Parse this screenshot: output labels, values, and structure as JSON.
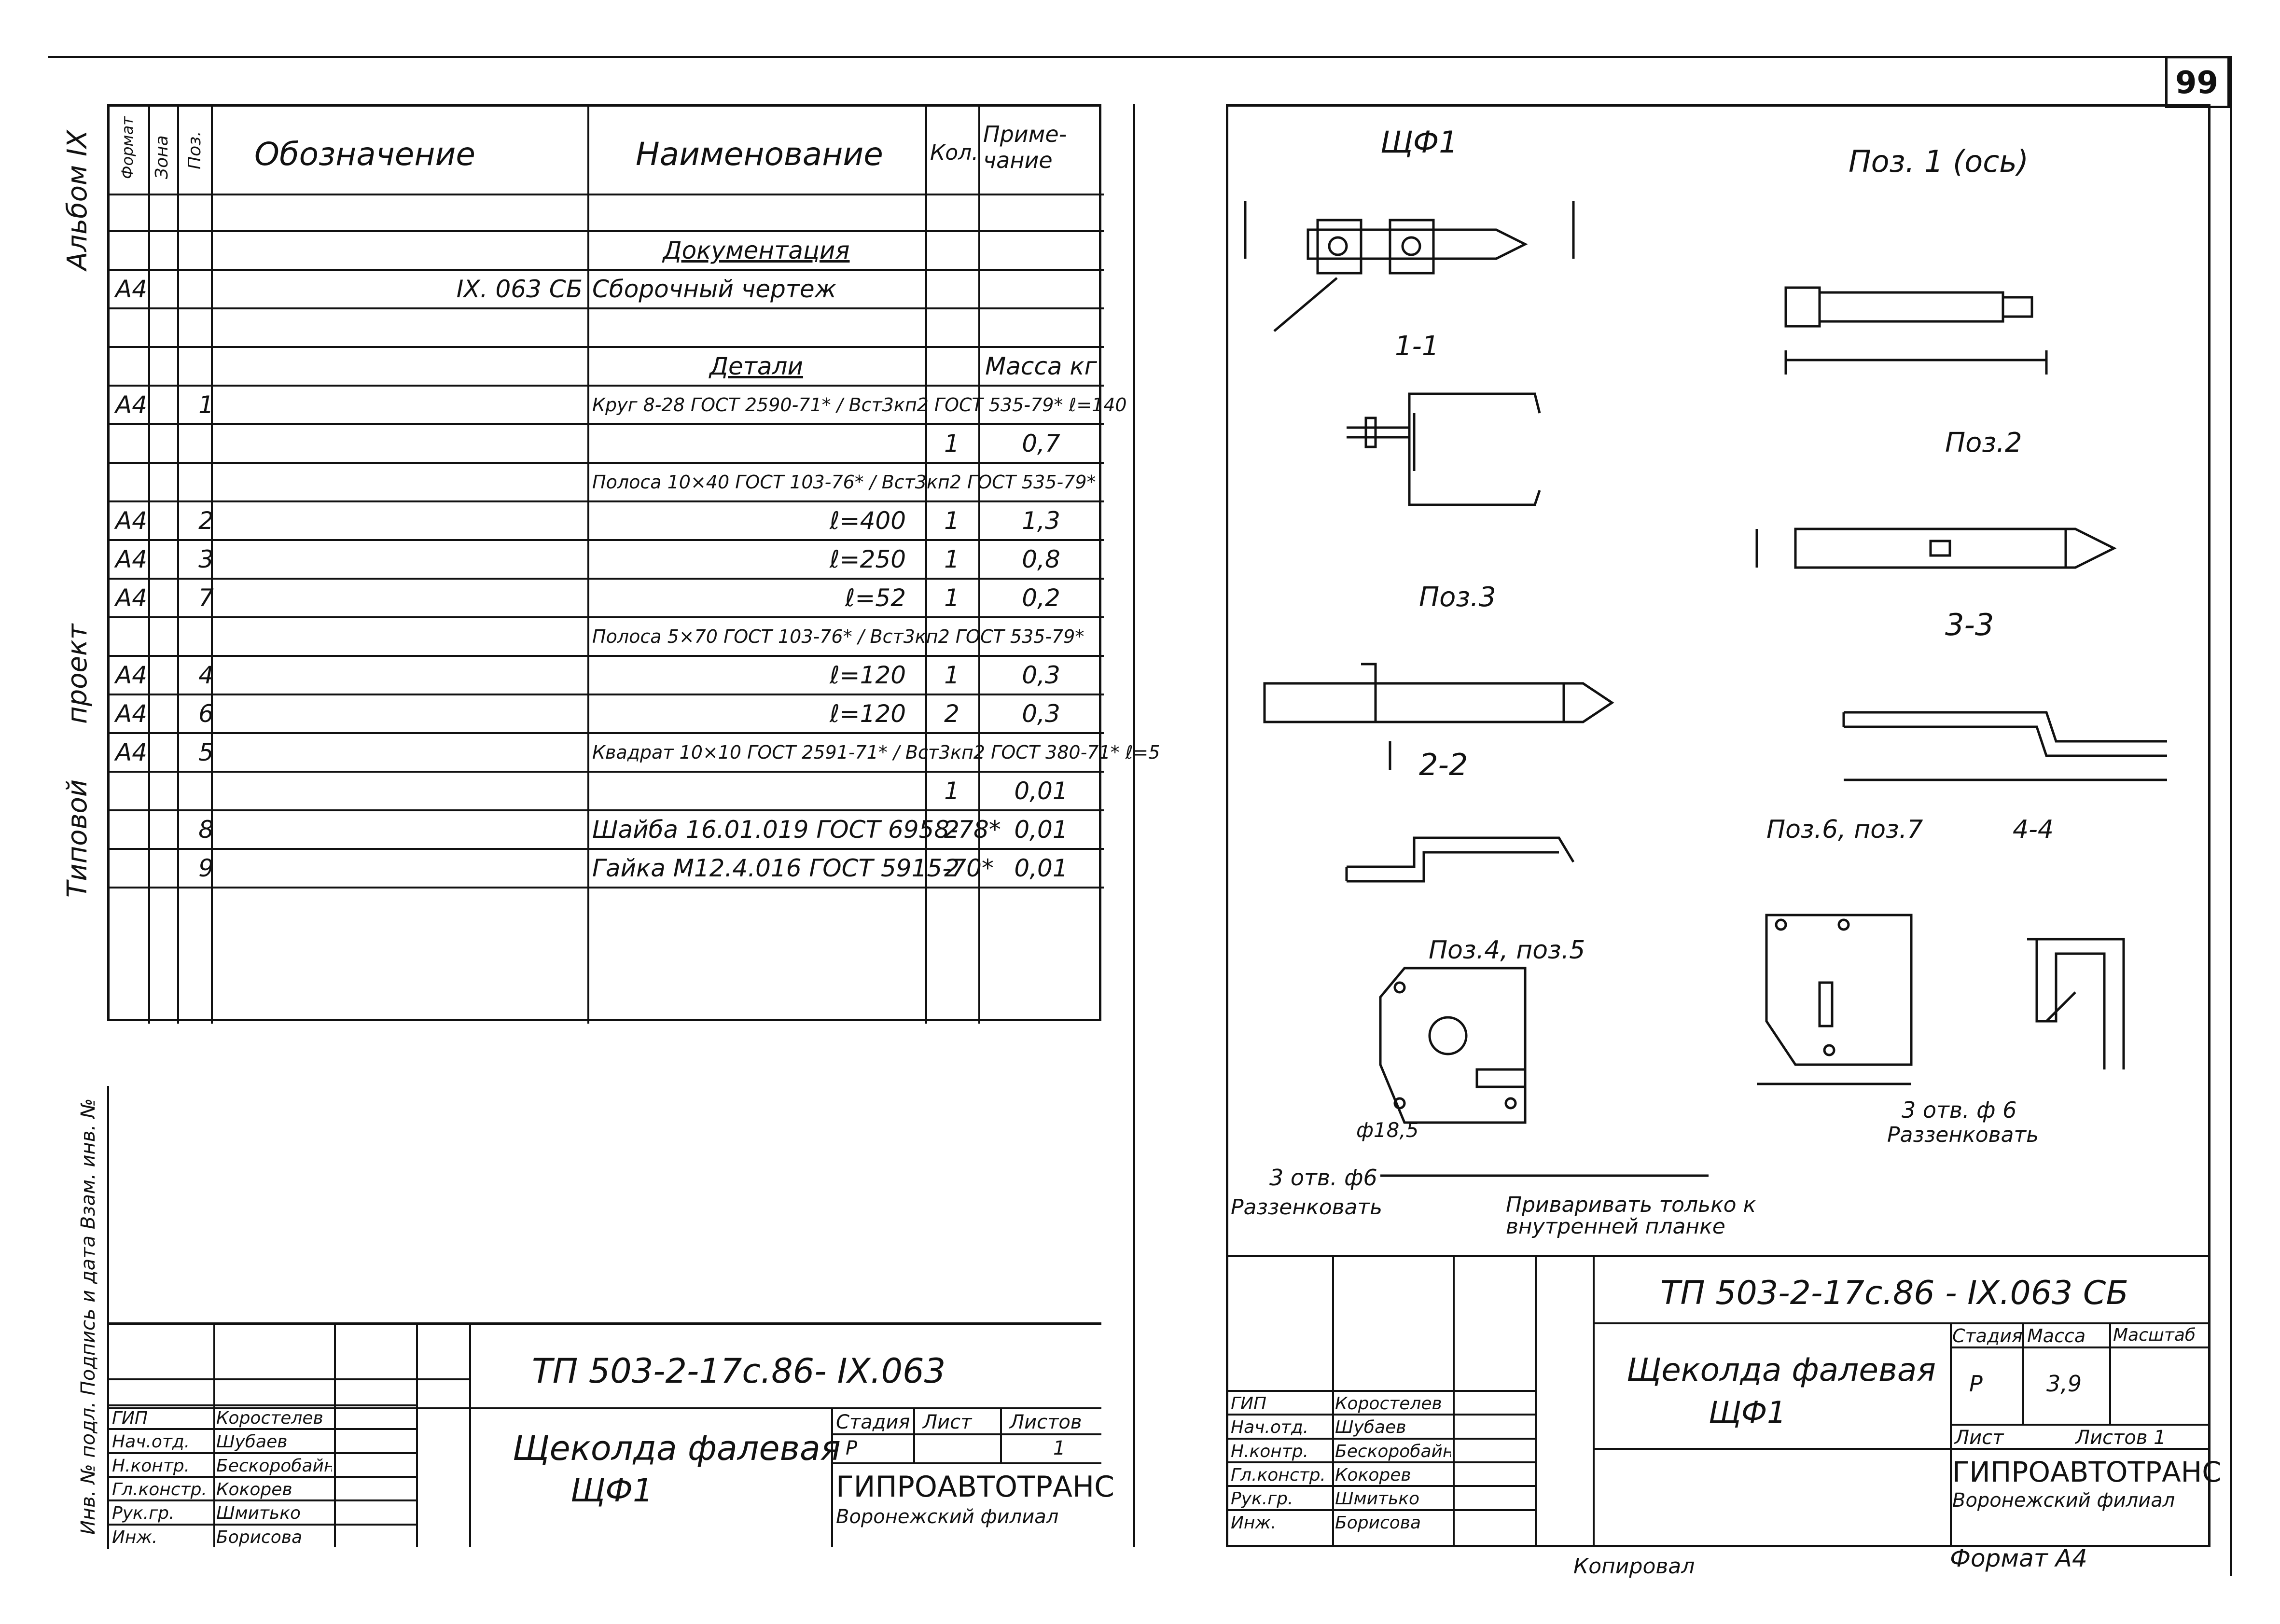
{
  "sheet_number": "99",
  "side_labels": {
    "album": "Альбом IX",
    "project": "проект",
    "typical": "Типовой",
    "stamp": "Инв. № подл. Подпись и дата Взам. инв. №"
  },
  "spec_header": {
    "format": "Формат",
    "zone": "Зона",
    "pos": "Поз.",
    "designation": "Обозначение",
    "name": "Наименование",
    "qty": "Кол.",
    "note": "Приме-чание"
  },
  "spec_rows": [
    {
      "fmt": "",
      "pos": "",
      "des": "",
      "name": "",
      "qty": "",
      "note": ""
    },
    {
      "fmt": "",
      "pos": "",
      "des": "",
      "name": "Документация",
      "qty": "",
      "note": ""
    },
    {
      "fmt": "А4",
      "pos": "",
      "des": "IX. 063 СБ",
      "name": "Сборочный чертеж",
      "qty": "",
      "note": ""
    },
    {
      "fmt": "",
      "pos": "",
      "des": "",
      "name": "",
      "qty": "",
      "note": ""
    },
    {
      "fmt": "",
      "pos": "",
      "des": "",
      "name": "Детали",
      "qty": "",
      "note": "Масса кг"
    },
    {
      "fmt": "А4",
      "pos": "1",
      "des": "",
      "name": "Круг 8-28 ГОСТ 2590-71* / Вст3кп2 ГОСТ 535-79* ℓ=140",
      "qty": "",
      "note": ""
    },
    {
      "fmt": "",
      "pos": "",
      "des": "",
      "name": "",
      "qty": "1",
      "note": "0,7"
    },
    {
      "fmt": "",
      "pos": "",
      "des": "",
      "name": "Полоса 10×40 ГОСТ 103-76* / Вст3кп2 ГОСТ 535-79*",
      "qty": "",
      "note": ""
    },
    {
      "fmt": "А4",
      "pos": "2",
      "des": "",
      "name": "ℓ=400",
      "qty": "1",
      "note": "1,3"
    },
    {
      "fmt": "А4",
      "pos": "3",
      "des": "",
      "name": "ℓ=250",
      "qty": "1",
      "note": "0,8"
    },
    {
      "fmt": "А4",
      "pos": "7",
      "des": "",
      "name": "ℓ=52",
      "qty": "1",
      "note": "0,2"
    },
    {
      "fmt": "",
      "pos": "",
      "des": "",
      "name": "Полоса 5×70 ГОСТ 103-76* / Вст3кп2 ГОСТ 535-79*",
      "qty": "",
      "note": ""
    },
    {
      "fmt": "А4",
      "pos": "4",
      "des": "",
      "name": "ℓ=120",
      "qty": "1",
      "note": "0,3"
    },
    {
      "fmt": "А4",
      "pos": "6",
      "des": "",
      "name": "ℓ=120",
      "qty": "2",
      "note": "0,3"
    },
    {
      "fmt": "А4",
      "pos": "5",
      "des": "",
      "name": "Квадрат 10×10 ГОСТ 2591-71* / Вст3кп2 ГОСТ 380-71* ℓ=5",
      "qty": "",
      "note": ""
    },
    {
      "fmt": "",
      "pos": "",
      "des": "",
      "name": "",
      "qty": "1",
      "note": "0,01"
    },
    {
      "fmt": "",
      "pos": "8",
      "des": "",
      "name": "Шайба 16.01.019 ГОСТ 6958-78*",
      "qty": "2",
      "note": "0,01"
    },
    {
      "fmt": "",
      "pos": "9",
      "des": "",
      "name": "Гайка М12.4.016 ГОСТ 5915-70*",
      "qty": "2",
      "note": "0,01"
    }
  ],
  "left_title": {
    "code": "ТП 503-2-17с.86- IX.063",
    "name_line1": "Щеколда фалевая",
    "name_line2": "ЩФ1",
    "stage_h": "Стадия",
    "sheet_h": "Лист",
    "sheets_h": "Листов",
    "stage": "Р",
    "sheet": "",
    "sheets": "1",
    "org1": "ГИПРОАВТОТРАНС",
    "org2": "Воронежский филиал"
  },
  "signatures": [
    {
      "role": "ГИП",
      "name": "Коростелев"
    },
    {
      "role": "Нач.отд.",
      "name": "Шубаев"
    },
    {
      "role": "Н.контр.",
      "name": "Бескоробайный"
    },
    {
      "role": "Гл.констр.",
      "name": "Кокорев"
    },
    {
      "role": "Рук.гр.",
      "name": "Шмитько"
    },
    {
      "role": "Инж.",
      "name": "Борисова"
    }
  ],
  "right_title": {
    "code": "ТП 503-2-17с.86 - IX.063 СБ",
    "name_line1": "Щеколда фалевая",
    "name_line2": "ЩФ1",
    "stage_h": "Стадия",
    "mass_h": "Масса",
    "scale_h": "Масштаб",
    "stage": "Р",
    "mass": "3,9",
    "sheet_h": "Лист",
    "sheets_h": "Листов 1",
    "org1": "ГИПРОАВТОТРАНС",
    "org2": "Воронежский филиал"
  },
  "footer": {
    "copied": "Копировал",
    "format": "Формат А4"
  },
  "drawing": {
    "shf1_title": "ЩФ1",
    "pos1_title": "Поз. 1 (ось)",
    "pos2_title": "Поз.2",
    "pos3_title": "Поз.3",
    "sec11": "1-1",
    "sec22": "2-2",
    "sec33": "3-3",
    "sec44": "4-4",
    "pos45_title": "Поз.4, поз.5",
    "pos67_title": "Поз.6, поз.7",
    "holes_left": "3 отв. ф6",
    "countersink_left": "Раззенковать",
    "weld_note1": "Приваривать только к",
    "weld_note2": "внутренней планке",
    "holes_right": "3 отв. ф 6",
    "countersink_right": "Раззенковать",
    "phi185": "ф18,5"
  }
}
